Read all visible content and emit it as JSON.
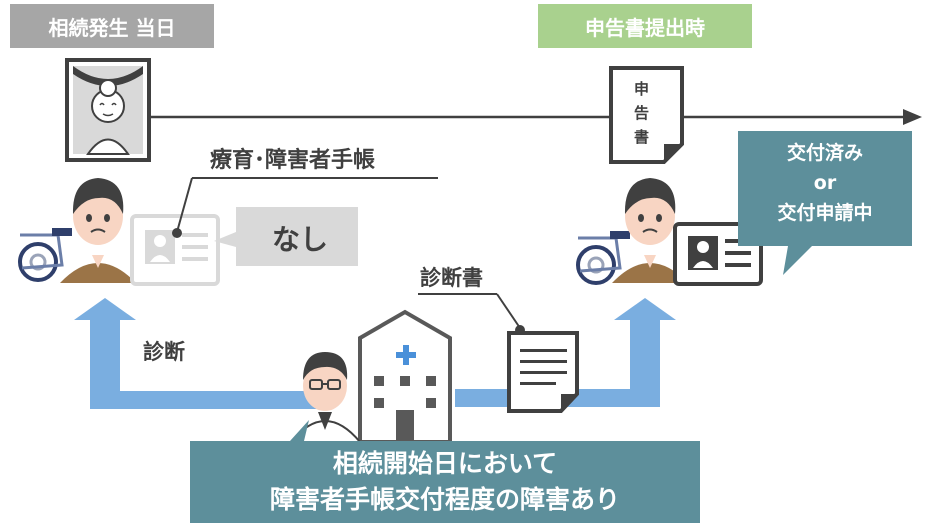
{
  "headers": {
    "left": "相続発生 当日",
    "right": "申告書提出時"
  },
  "labels": {
    "notebook": "療育･障害者手帳",
    "none": "なし",
    "diagnosis_doc": "診断書",
    "diagnosis": "診断",
    "issued_line1": "交付済み",
    "issued_line2": "or",
    "issued_line3": "交付申請中"
  },
  "declaration_doc": [
    "申",
    "告",
    "書"
  ],
  "banner": {
    "line1": "相続開始日において",
    "line2": "障害者手帳交付程度の障害あり"
  },
  "colors": {
    "gray_box": "#a6a6a6",
    "green_box": "#a9d18e",
    "teal_box": "#5d8f9b",
    "arrow_blue": "#7aaee0",
    "dark": "#404040",
    "skin": "#f8d5c3",
    "shirt": "#9b7447"
  }
}
